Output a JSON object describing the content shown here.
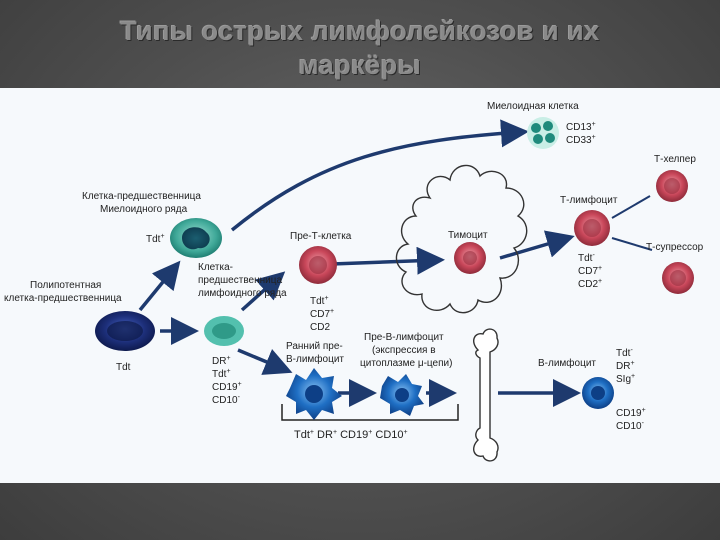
{
  "title": {
    "line1": "Типы острых лимфолейкозов и их",
    "line2": "маркёры"
  },
  "diagram": {
    "myeloid_cell": {
      "label": "Миелоидная клетка",
      "m1": "CD13",
      "m1_sup": "+",
      "m2": "CD33",
      "m2_sup": "+"
    },
    "myeloid_progenitor": {
      "line1": "Клетка-предшественница",
      "line2": "Миелоидного ряда",
      "marker": "Tdt",
      "marker_sup": "+"
    },
    "lymphoid_progenitor": {
      "line1": "Клетка-",
      "line2": "предшественница",
      "line3": "лимфоидного ряда"
    },
    "pluripotent": {
      "line1": "Полипотентная",
      "line2": "клетка-предшественница",
      "marker": "Tdt"
    },
    "pre_t": {
      "label": "Пре-Т-клетка",
      "m1": "Tdt",
      "m1_sup": "+",
      "m2": "CD7",
      "m2_sup": "+",
      "m3": "CD2"
    },
    "thymocyte": {
      "label": "Тимоцит"
    },
    "t_lymphocyte": {
      "label": "Т-лимфоцит",
      "m1": "Tdt",
      "m1_sup": "-",
      "m2": "CD7",
      "m2_sup": "+",
      "m3": "CD2",
      "m3_sup": "+"
    },
    "t_helper": {
      "label": "Т-хелпер"
    },
    "t_suppressor": {
      "label": "Т-супрессор"
    },
    "lymphoid_markers": {
      "m1": "DR",
      "m1_sup": "+",
      "m2": "Tdt",
      "m2_sup": "+",
      "m3": "CD19",
      "m3_sup": "+",
      "m4": "CD10",
      "m4_sup": "-"
    },
    "early_pre_b": {
      "line1": "Ранний пре-",
      "line2": "В-лимфоцит"
    },
    "pre_b": {
      "line1": "Пре-В-лимфоцит",
      "line2": "(экспрессия в",
      "line3": "цитоплазме μ-цепи)"
    },
    "b_lymphocyte": {
      "label": "В-лимфоцит",
      "m1": "Tdt",
      "m1_sup": "-",
      "m2": "DR",
      "m2_sup": "+",
      "m3": "SIg",
      "m3_sup": "+",
      "m4": "CD19",
      "m4_sup": "+",
      "m5": "CD10",
      "m5_sup": "-"
    },
    "bracket_markers": {
      "t1": "Tdt",
      "s1": "+",
      "t2": " DR",
      "s2": "+",
      "t3": " CD19",
      "s3": "+",
      "t4": " CD10",
      "s4": "+"
    }
  },
  "colors": {
    "slide_bg": "#505050",
    "panel_bg": "#f6f9fc",
    "arrow": "#1e3a6e",
    "myeloid_teal": "#4fb3a6",
    "t_red": "#c9475a",
    "b_blue": "#1f6fc4",
    "pluripotent_navy": "#1d2f7a",
    "thymus_outline": "#333333"
  }
}
